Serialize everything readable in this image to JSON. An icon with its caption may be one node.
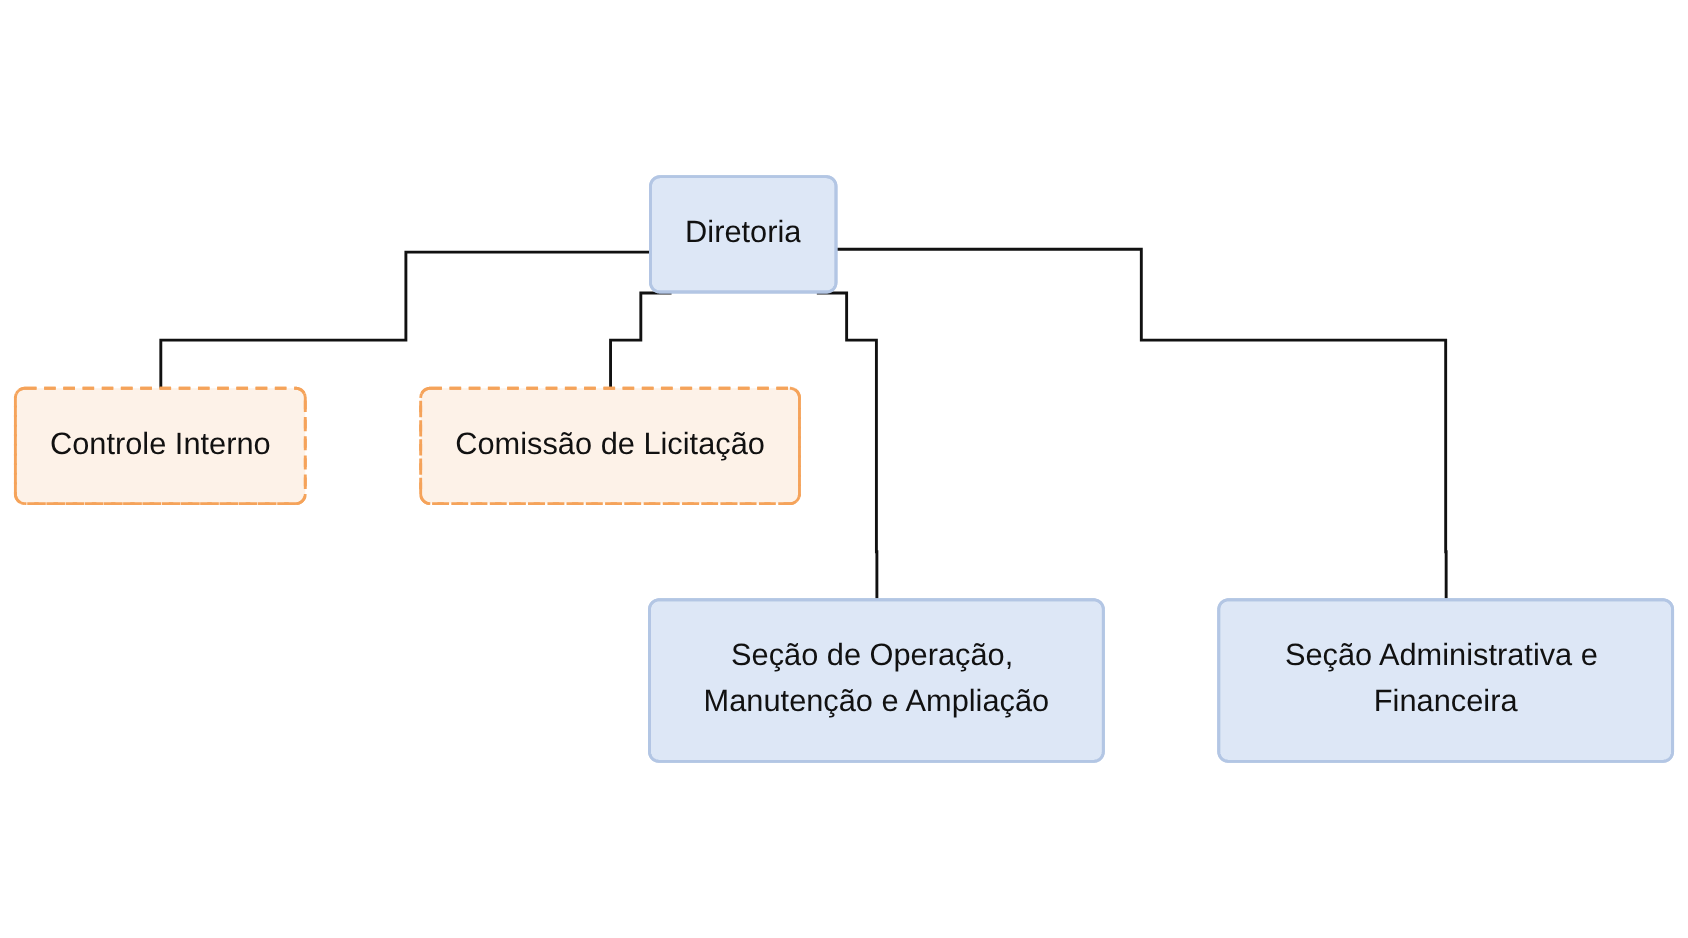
{
  "diagram": {
    "nodes": [
      {
        "text": [
          "Diretoria"
        ]
      },
      {
        "text": [
          "Controle Interno"
        ]
      },
      {
        "text": [
          "Comissão de Licitação"
        ]
      },
      {
        "text": [
          "Seção de Operação, Manutenção e Ampliação"
        ]
      },
      {
        "text": [
          "Seção Administrativa e Financeira"
        ]
      }
    ],
    "edges": [
      {
        "from": 0,
        "to": 1,
        "arrow": "none"
      },
      {
        "from": 0,
        "to": 2,
        "arrow": "none"
      },
      {
        "from": 0,
        "to": 3,
        "arrow": "none"
      },
      {
        "from": 0,
        "to": 4,
        "arrow": "none"
      }
    ]
  }
}
